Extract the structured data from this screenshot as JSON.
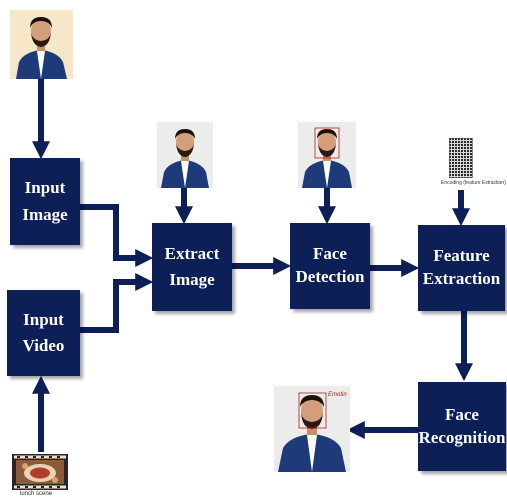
{
  "colors": {
    "box_fill": "#0c1f56",
    "arrow": "#0c1f56",
    "box_text": "#ffffff",
    "photo_bg_main": "#f5e7c8",
    "photo_bg_small": "#ececea",
    "jacket": "#1e3a78",
    "detection_mark": "#c01818"
  },
  "boxes": {
    "input_image": {
      "line1": "Input",
      "line2": "Image"
    },
    "input_video": {
      "line1": "Input",
      "line2": "Video"
    },
    "extract_image": {
      "line1": "Extract",
      "line2": "Image"
    },
    "face_detection": {
      "line1": "Face",
      "line2": "Detection"
    },
    "feature_extraction": {
      "line1": "Feature",
      "line2": "Extraction"
    },
    "face_recognition": {
      "line1": "Face",
      "line2": "Recognition"
    }
  },
  "captions": {
    "feature_grid": "Encoding (feature Extraction)",
    "video_thumbnail": "lunch scene",
    "emotion_tag": "Emotin"
  },
  "icons": {
    "input_photo": "person-portrait-icon",
    "video": "video-frame-icon",
    "feature_grid": "feature-grid-icon"
  }
}
